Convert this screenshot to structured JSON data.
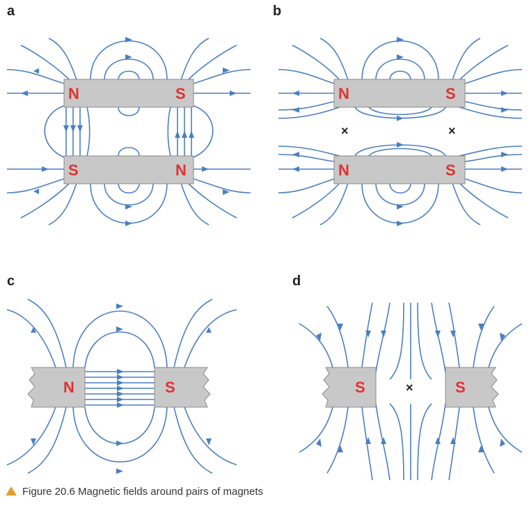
{
  "figure": {
    "caption": "Figure 20.6 Magnetic fields around pairs of magnets",
    "colors": {
      "field_line": "#4a7fc1",
      "pole_label": "#e03131",
      "magnet_fill": "#c8c8c8",
      "caption_marker": "#e0a030"
    },
    "neutral_point_mark": "×",
    "panels": [
      {
        "label": "a",
        "magnets": [
          {
            "left": "N",
            "right": "S"
          },
          {
            "left": "S",
            "right": "N"
          }
        ]
      },
      {
        "label": "b",
        "magnets": [
          {
            "left": "N",
            "right": "S"
          },
          {
            "left": "N",
            "right": "S"
          }
        ]
      },
      {
        "label": "c",
        "magnets": [
          {
            "pole": "N"
          },
          {
            "pole": "S"
          }
        ]
      },
      {
        "label": "d",
        "magnets": [
          {
            "pole": "S"
          },
          {
            "pole": "S"
          }
        ]
      }
    ]
  }
}
